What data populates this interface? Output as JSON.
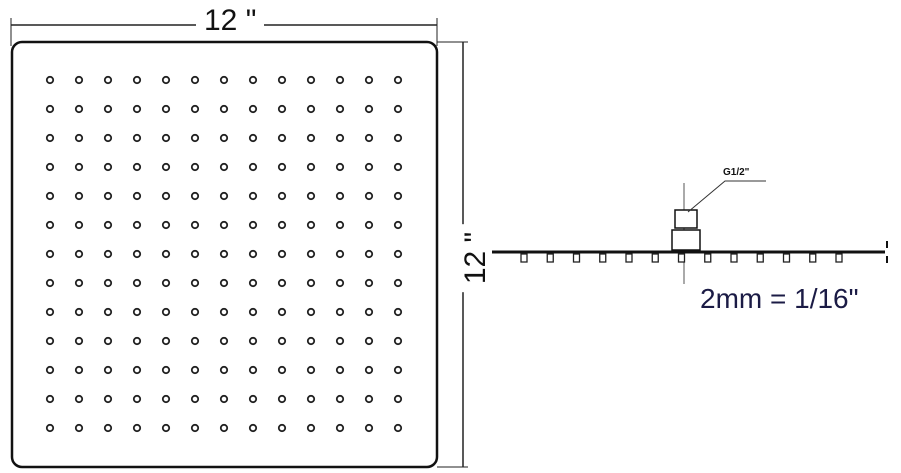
{
  "top_view": {
    "width_label": "12 \"",
    "height_label": "12 \"",
    "nozzle_rows": 13,
    "nozzle_cols": 13
  },
  "side_view": {
    "thread_label": "G1/2\"",
    "scale_note": "2mm = 1/16\"",
    "nozzle_count": 13
  },
  "colors": {
    "line": "#111111",
    "note": "#1b1b45"
  }
}
